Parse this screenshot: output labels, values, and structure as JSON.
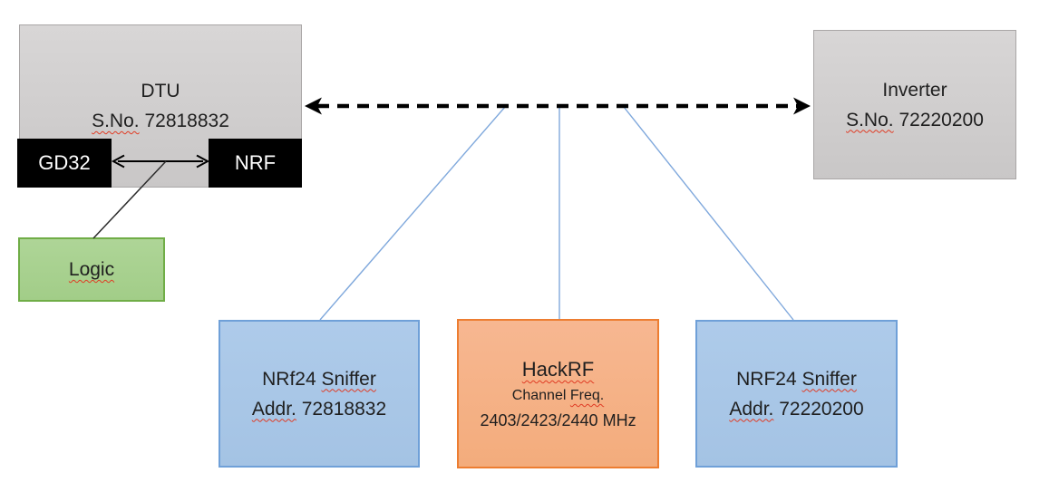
{
  "diagram": {
    "nodes": {
      "dtu": {
        "title": "DTU",
        "serial_label": "S.No.",
        "serial_value": "72818832"
      },
      "gd32": {
        "label": "GD32"
      },
      "nrf": {
        "label": "NRF"
      },
      "logic": {
        "label": "Logic"
      },
      "inverter": {
        "title": "Inverter",
        "serial_label": "S.No.",
        "serial_value": "72220200"
      },
      "sniffer_left": {
        "title_prefix": "NRf24",
        "title_word": "Sniffer",
        "addr_label": "Addr.",
        "addr_value": "72818832"
      },
      "hackrf": {
        "title": "HackRF",
        "channel_prefix": "Channel",
        "channel_word": "Freq.",
        "frequencies": "2403/2423/2440 MHz"
      },
      "sniffer_right": {
        "title_prefix": "NRF24",
        "title_word": "Sniffer",
        "addr_label": "Addr.",
        "addr_value": "72220200"
      }
    },
    "connections": {
      "rf_link": "dashed double-headed arrow between DTU and Inverter",
      "spi_link": "double-headed arrow between GD32 and NRF",
      "logic_tap": "line from GD32-NRF bus to Logic analyzer",
      "sniffer_taps": "blue lines from RF link to NRf24 sniffer left, HackRF, NRF24 sniffer right"
    },
    "colors": {
      "gray_fill": "#d0cece",
      "gray_border": "#a9a6a6",
      "black_fill": "#000000",
      "green_fill": "#a9d18e",
      "green_border": "#70ad47",
      "blue_fill": "#a9c7e7",
      "blue_border": "#6fa0d8",
      "orange_fill": "#f5b183",
      "orange_border": "#ed7d31",
      "connector_blue": "#7fa8dc",
      "arrow_black": "#000000",
      "squiggle_red": "#e03b24"
    }
  }
}
